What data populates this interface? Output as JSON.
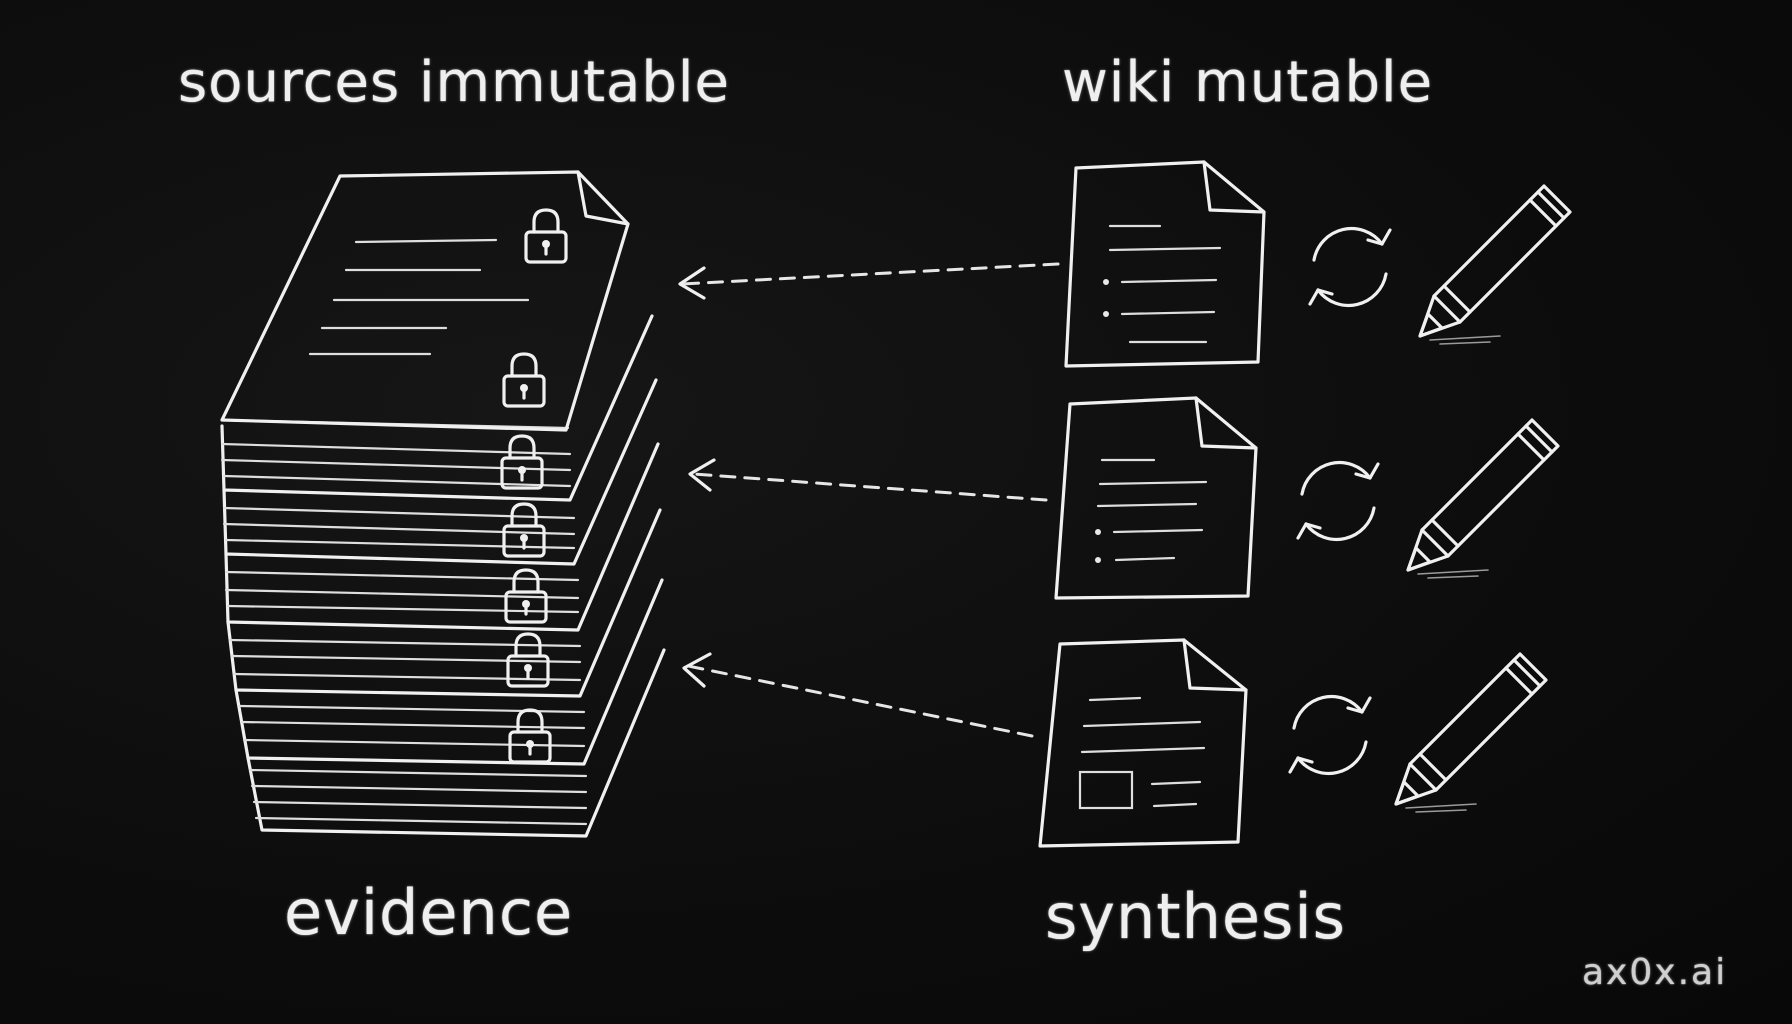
{
  "labels": {
    "sources": "sources immutable",
    "wiki": "wiki mutable",
    "evidence": "evidence",
    "synthesis": "synthesis",
    "watermark": "ax0x.ai"
  },
  "icons": {
    "lock": "lock-icon",
    "refresh": "refresh-icon",
    "pencil": "pencil-icon",
    "document": "document-icon"
  },
  "colors": {
    "background": "#0b0b0b",
    "chalk": "#f0f0f0"
  }
}
